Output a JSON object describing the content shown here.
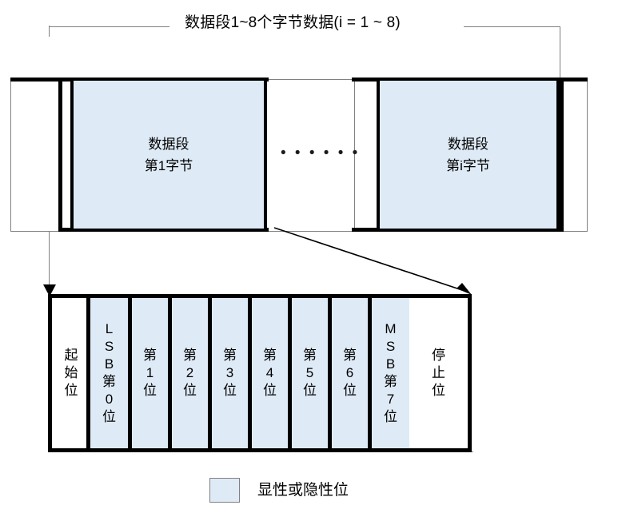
{
  "title": {
    "text": "数据段1~8个字节数据(i = 1 ~ 8)"
  },
  "upper_frame": {
    "boxes": [
      {
        "line1": "数据段",
        "line2": "第1字节",
        "fill": "#deeaf6"
      },
      {
        "line1": "数据段",
        "line2": "第i字节",
        "fill": "#deeaf6"
      }
    ],
    "ellipsis": "• • • • • •"
  },
  "bit_frame": {
    "cells": [
      {
        "label": "起始位",
        "fill": "none"
      },
      {
        "label": "LSB第0位",
        "fill": "#deeaf6"
      },
      {
        "label": "第1位",
        "fill": "#deeaf6"
      },
      {
        "label": "第2位",
        "fill": "#deeaf6"
      },
      {
        "label": "第3位",
        "fill": "#deeaf6"
      },
      {
        "label": "第4位",
        "fill": "#deeaf6"
      },
      {
        "label": "第5位",
        "fill": "#deeaf6"
      },
      {
        "label": "第6位",
        "fill": "#deeaf6"
      },
      {
        "label": "MSB第7位",
        "fill": "#deeaf6"
      },
      {
        "label": "停止位",
        "fill": "none"
      }
    ]
  },
  "legend": {
    "label": "显性或隐性位",
    "swatch_color": "#deeaf6"
  },
  "colors": {
    "fill_blue": "#deeaf6",
    "line_black": "#000000",
    "line_gray": "#808080",
    "background": "#ffffff"
  }
}
